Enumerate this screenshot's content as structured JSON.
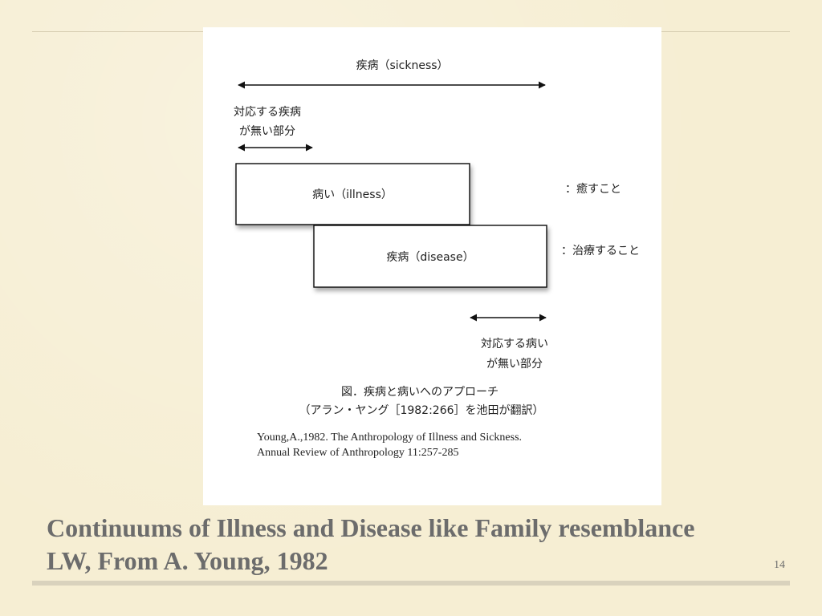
{
  "figure": {
    "sickness_label": "疾病（sickness）",
    "no_corresponding_disease": [
      "対応する疾病",
      "が無い部分"
    ],
    "illness_label": "病い（illness）",
    "disease_label": "疾病（disease）",
    "illness_action": "：癒すこと",
    "disease_action": "：治療すること",
    "no_corresponding_illness": [
      "対応する病い",
      "が無い部分"
    ],
    "figure_title": "図．疾病と病いへのアプローチ",
    "figure_credit": "（アラン・ヤング［1982:266］を池田が翻訳）",
    "reference": [
      "Young,A.,1982. The Anthropology of Illness and Sickness.",
      "Annual Review of Anthropology 11:257-285"
    ]
  },
  "caption": {
    "line1": "Continuums of Illness and Disease like Family resemblance",
    "line2": "LW, From A. Young, 1982"
  },
  "slide_number": "14"
}
